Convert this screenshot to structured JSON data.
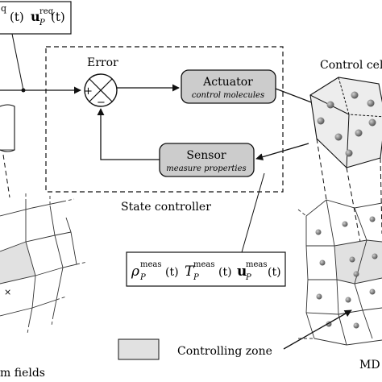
{
  "diagram": {
    "top_formula": {
      "arg_fragment": "(t)",
      "u_base": "u",
      "u_sup": "req",
      "u_sub": "P",
      "u_arg": "(t)",
      "lead_sup": "q"
    },
    "error_label": "Error",
    "comparator": {
      "plus": "+",
      "minus": "−"
    },
    "actuator": {
      "title": "Actuator",
      "subtitle": "control molecules"
    },
    "sensor": {
      "title": "Sensor",
      "subtitle": "measure properties"
    },
    "state_controller_label": "State controller",
    "control_cell_label": "Control cell",
    "meas_formula": {
      "rho": "ρ",
      "rho_sub": "P",
      "rho_sup": "meas",
      "rho_arg": "(t)",
      "T": "T",
      "T_sub": "P",
      "T_sup": "meas",
      "T_arg": "(t)",
      "u": "u",
      "u_sub": "P",
      "u_sup": "meas",
      "u_arg": "(t)"
    },
    "legend_label": "Controlling zone",
    "md_label": "MD",
    "fields_label": "m fields",
    "grid_marker": "×"
  },
  "colors": {
    "box_fill": "#cccccc",
    "zone_fill": "#e1e1e1",
    "hex_fill": "#ededed",
    "stroke": "#111111",
    "molecule": "#8a8a8a"
  }
}
